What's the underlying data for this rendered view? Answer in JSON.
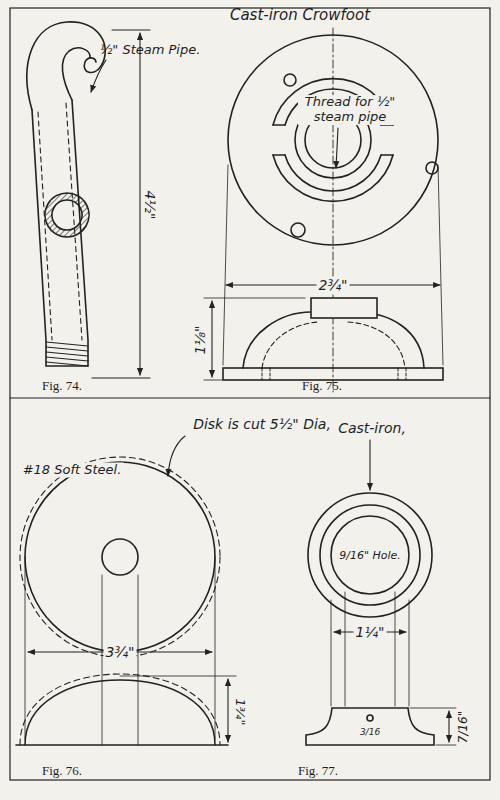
{
  "diagram": {
    "labels": [
      "Cast-iron Crowfoot",
      "½\" Steam Pipe.",
      "4½\"",
      "Thread for ½\" steam pipe",
      "2¾\"",
      "1⅛\"",
      "Fig. 74.",
      "Fig. 75.",
      "Disk is cut 5½\" Dia,",
      "#18 Soft Steel.",
      "Cast-iron,",
      "9/16\" Hole.",
      "3¾\"",
      "1¾\"",
      "1¼\"",
      "3/16",
      "7/16\"",
      "Fig. 76.",
      "Fig. 77."
    ]
  }
}
